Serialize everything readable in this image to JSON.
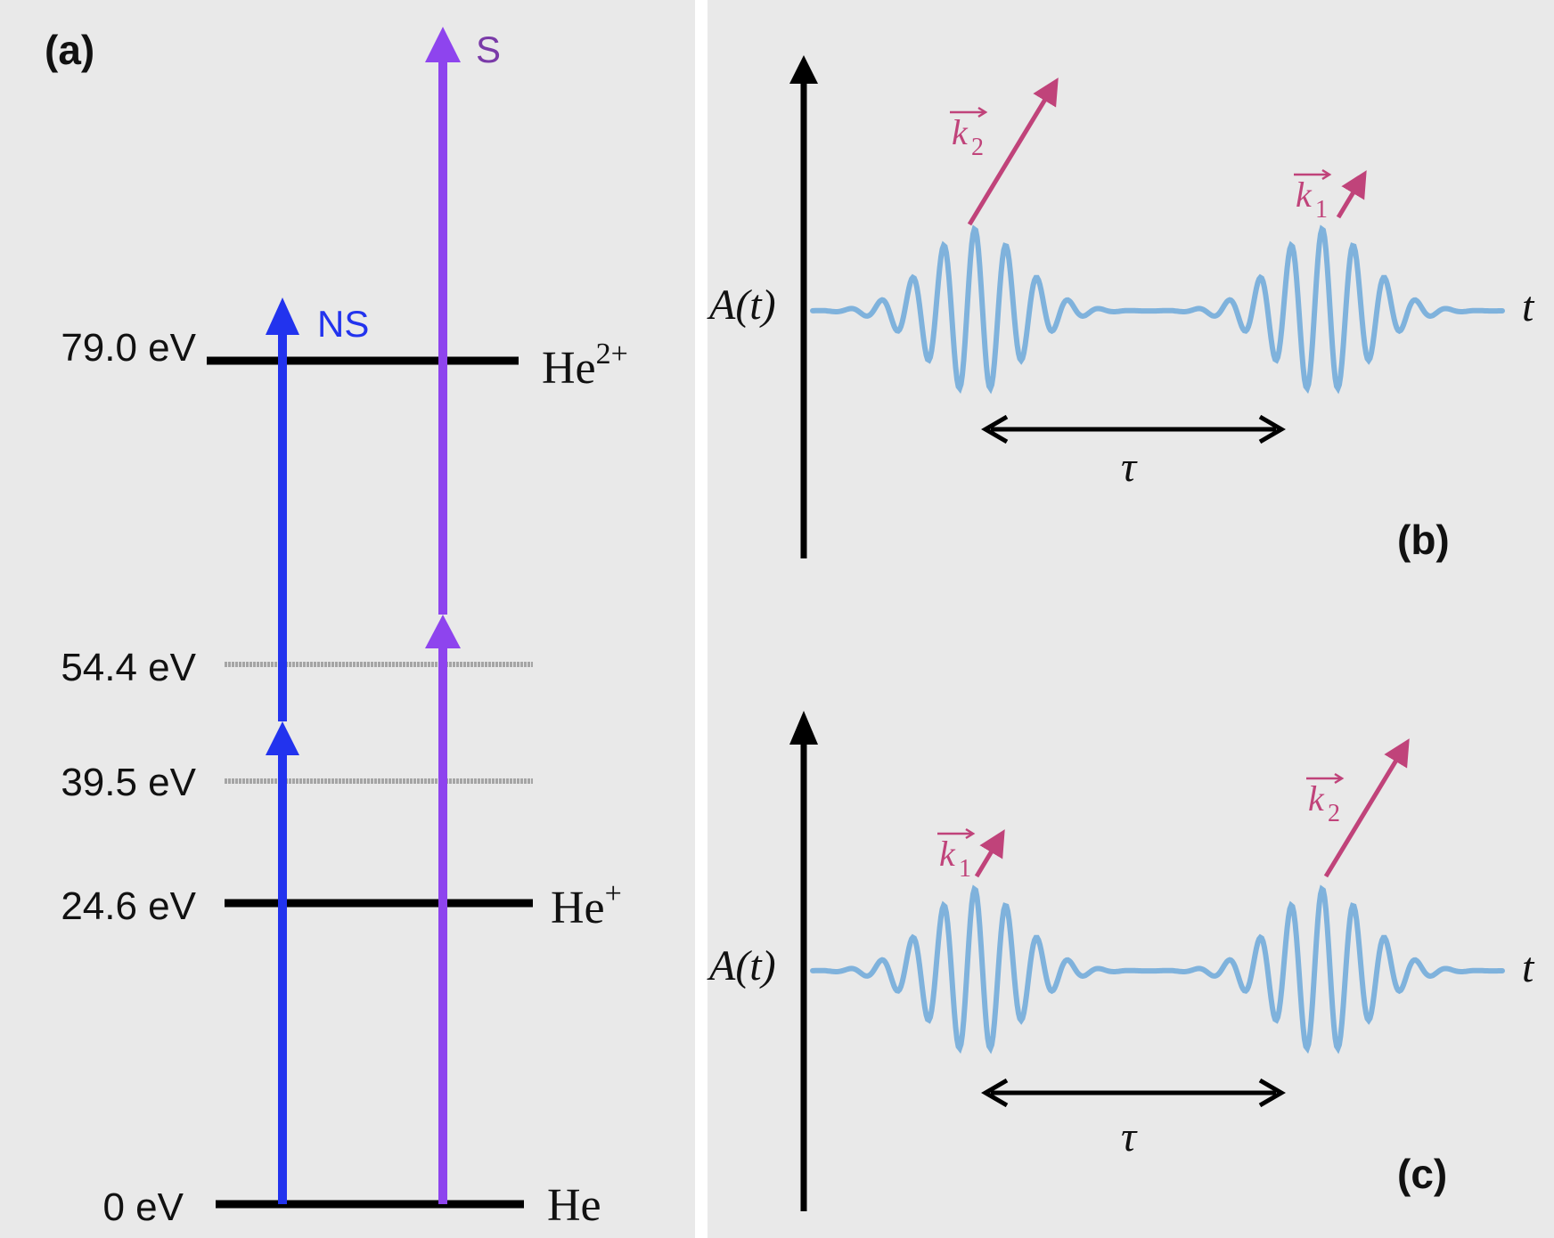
{
  "panels": {
    "a": "(a)",
    "b": "(b)",
    "c": "(c)"
  },
  "energy_levels": [
    {
      "label": "79.0 eV",
      "value_eV": 79.0,
      "style": "solid"
    },
    {
      "label": "54.4 eV",
      "value_eV": 54.4,
      "style": "faint"
    },
    {
      "label": "39.5 eV",
      "value_eV": 39.5,
      "style": "faint"
    },
    {
      "label": "24.6 eV",
      "value_eV": 24.6,
      "style": "solid"
    },
    {
      "label": "0 eV",
      "value_eV": 0,
      "style": "solid"
    }
  ],
  "species": {
    "he2": {
      "base": "He",
      "sup": "2+"
    },
    "he1": {
      "base": "He",
      "sup": "+"
    },
    "he0": {
      "base": "He"
    }
  },
  "paths": {
    "ns": {
      "label": "NS",
      "color": "#2233ee"
    },
    "s": {
      "label": "S",
      "color": "#8e44ee",
      "label_color": "#7a3aa8"
    }
  },
  "pulse_panels": {
    "amplitude_label": "A(t)",
    "time_label": "t",
    "delay_label": "τ",
    "k1": {
      "letter": "k",
      "sub": "1"
    },
    "k2": {
      "letter": "k",
      "sub": "2"
    },
    "wave_color": "#7fb2dc",
    "k_color": "#c0437a"
  }
}
